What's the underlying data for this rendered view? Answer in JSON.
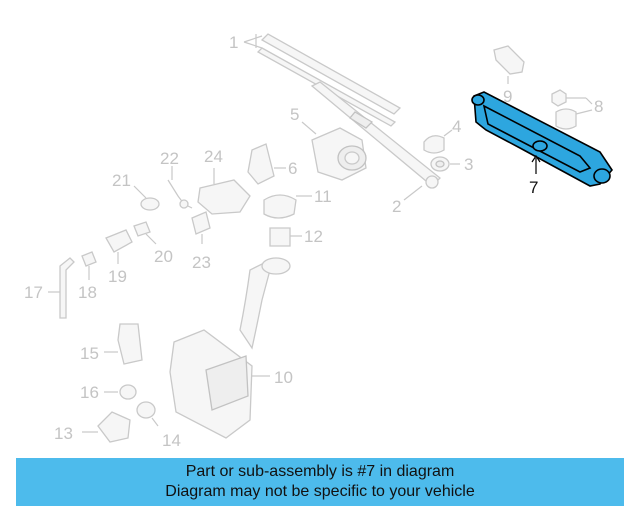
{
  "diagram": {
    "highlighted_part": "7",
    "callouts": {
      "c1": "1",
      "c2": "2",
      "c3": "3",
      "c4": "4",
      "c5": "5",
      "c6": "6",
      "c7": "7",
      "c8": "8",
      "c9": "9",
      "c10": "10",
      "c11": "11",
      "c12": "12",
      "c13": "13",
      "c14": "14",
      "c15": "15",
      "c16": "16",
      "c17": "17",
      "c18": "18",
      "c19": "19",
      "c20": "20",
      "c21": "21",
      "c22": "22",
      "c23": "23",
      "c24": "24"
    },
    "colors": {
      "highlight": "#2da6df",
      "banner": "#4dbbec",
      "ghost": "#c4c4c4"
    }
  },
  "banner": {
    "line1": "Part or sub-assembly is #7 in diagram",
    "line2": "Diagram may not be specific to your vehicle"
  }
}
